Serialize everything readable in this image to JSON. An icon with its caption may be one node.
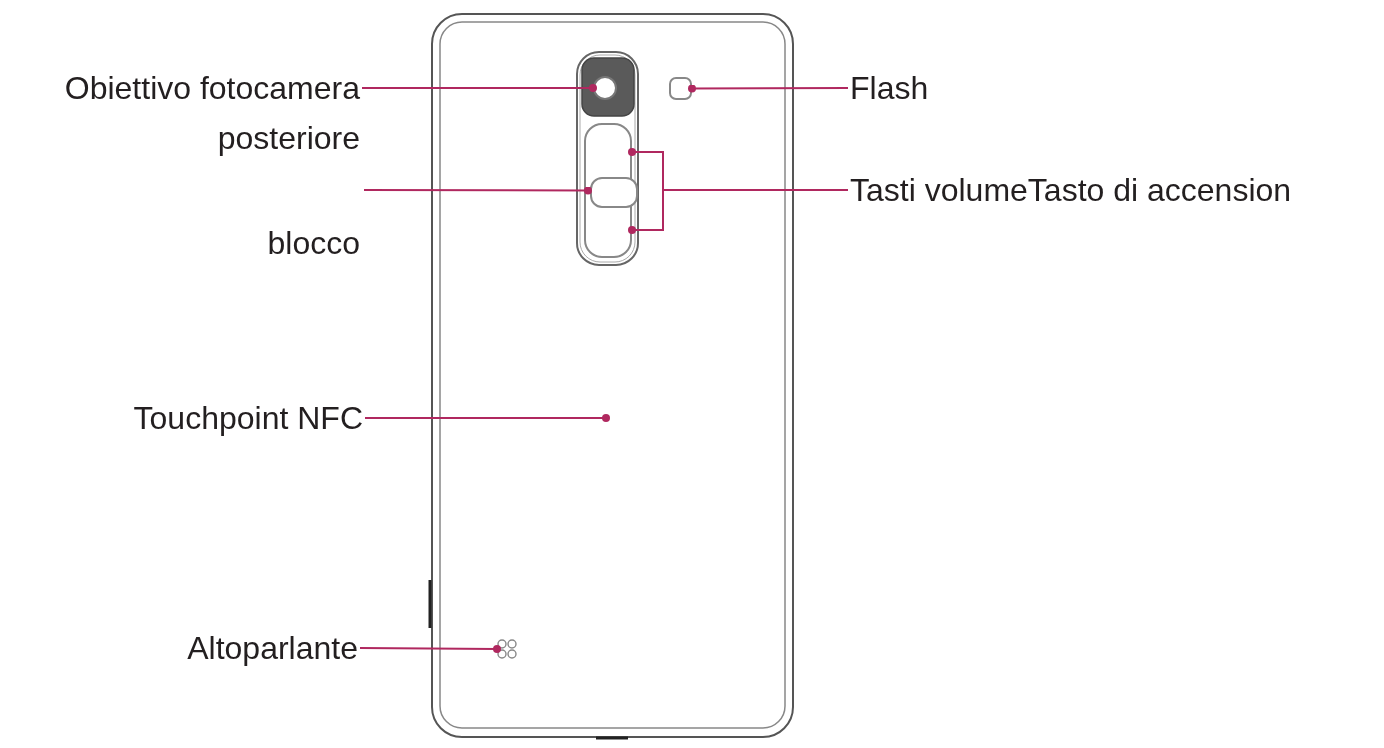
{
  "diagram": {
    "nodes": [
      {
        "text": [
          "Obiettivo fotocamera posteriore"
        ]
      },
      {
        "text": [
          "Touchpoint NFC"
        ]
      },
      {
        "text": [
          "Altoparlante"
        ]
      },
      {
        "text": [
          "Flash"
        ]
      },
      {
        "text": [
          "Tasti volumeTasto di accension"
        ]
      },
      {
        "text": [],
        "shape": "circle"
      },
      {
        "text": [],
        "shape": "box"
      },
      {
        "text": [],
        "shape": "box"
      },
      {
        "text": [],
        "shape": "box",
        "in": 7
      },
      {
        "text": [],
        "shape": "grille"
      }
    ],
    "edges": [
      {
        "from": 0,
        "to": 5,
        "arrow": "other"
      },
      {
        "from": null,
        "to": 8,
        "arrow": "other"
      },
      {
        "from": 1,
        "to": null,
        "arrow": "other"
      },
      {
        "from": 2,
        "to": 9,
        "arrow": "other"
      },
      {
        "from": 3,
        "to": 6,
        "arrow": "other"
      },
      {
        "from": 4,
        "to": 7,
        "arrow": "other"
      },
      {
        "from": 4,
        "to": 7,
        "arrow": "other"
      }
    ],
    "labels": [
      "blocco"
    ]
  }
}
